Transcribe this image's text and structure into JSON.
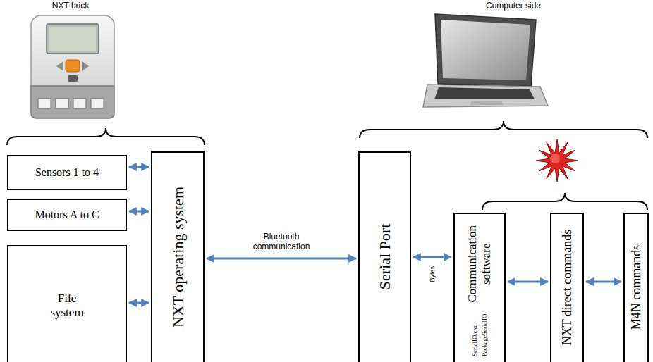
{
  "diagram": {
    "nodes": [
      {
        "text": [
          "Sensors 1 to 4"
        ]
      },
      {
        "text": [
          "Motors A to C"
        ]
      },
      {
        "text": [
          "File system"
        ]
      },
      {
        "text": [
          "NXT operating system"
        ]
      },
      {
        "text": [
          "Serial Port"
        ]
      },
      {
        "text": [
          "Communication software",
          "SerialIO.exe",
          "PackageSerialIO"
        ]
      },
      {
        "text": [
          "NXT direct commands"
        ]
      },
      {
        "text": [
          "M4N commands"
        ]
      }
    ],
    "edges": [
      {
        "from": 0,
        "to": 3,
        "arrow": "both"
      },
      {
        "from": 1,
        "to": 3,
        "arrow": "both"
      },
      {
        "from": 2,
        "to": 3,
        "arrow": "both"
      },
      {
        "from": 3,
        "to": 4,
        "arrow": "both",
        "label": "Bluetooth communication"
      },
      {
        "from": 4,
        "to": 5,
        "arrow": "both",
        "label": "Bytes"
      },
      {
        "from": 5,
        "to": 6,
        "arrow": "both"
      },
      {
        "from": 6,
        "to": 7,
        "arrow": "both"
      }
    ],
    "labels": [
      "NXT brick",
      "Computer side"
    ]
  }
}
